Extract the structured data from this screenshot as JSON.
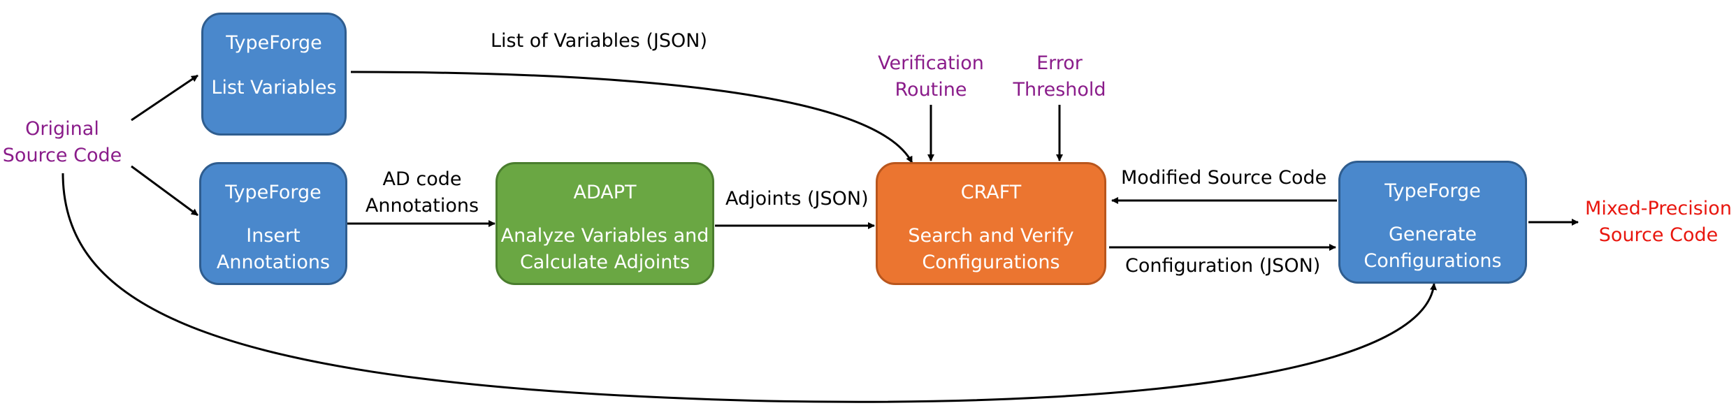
{
  "nodes": {
    "typeforge_list": {
      "title": "TypeForge",
      "body": "List Variables"
    },
    "typeforge_insert": {
      "title": "TypeForge",
      "body_line1": "Insert",
      "body_line2": "Annotations"
    },
    "adapt": {
      "title": "ADAPT",
      "body_line1": "Analyze Variables and",
      "body_line2": "Calculate Adjoints"
    },
    "craft": {
      "title": "CRAFT",
      "body_line1": "Search and Verify",
      "body_line2": "Configurations"
    },
    "typeforge_generate": {
      "title": "TypeForge",
      "body_line1": "Generate",
      "body_line2": "Configurations"
    }
  },
  "inputs": {
    "original_source": {
      "line1": "Original",
      "line2": "Source Code"
    },
    "verification": {
      "line1": "Verification",
      "line2": "Routine"
    },
    "error_threshold": {
      "line1": "Error",
      "line2": "Threshold"
    }
  },
  "output": {
    "line1": "Mixed-Precision",
    "line2": "Source Code"
  },
  "edges": {
    "list_of_variables": "List of Variables (JSON)",
    "ad_code_line1": "AD code",
    "ad_code_line2": "Annotations",
    "adjoints": "Adjoints (JSON)",
    "modified_source": "Modified Source Code",
    "configuration": "Configuration (JSON)"
  },
  "colors": {
    "typeforge": "#4A88CC",
    "adapt": "#6AA743",
    "craft": "#EB7530",
    "input_text": "#8A1C8A",
    "output_text": "#E8160E"
  }
}
